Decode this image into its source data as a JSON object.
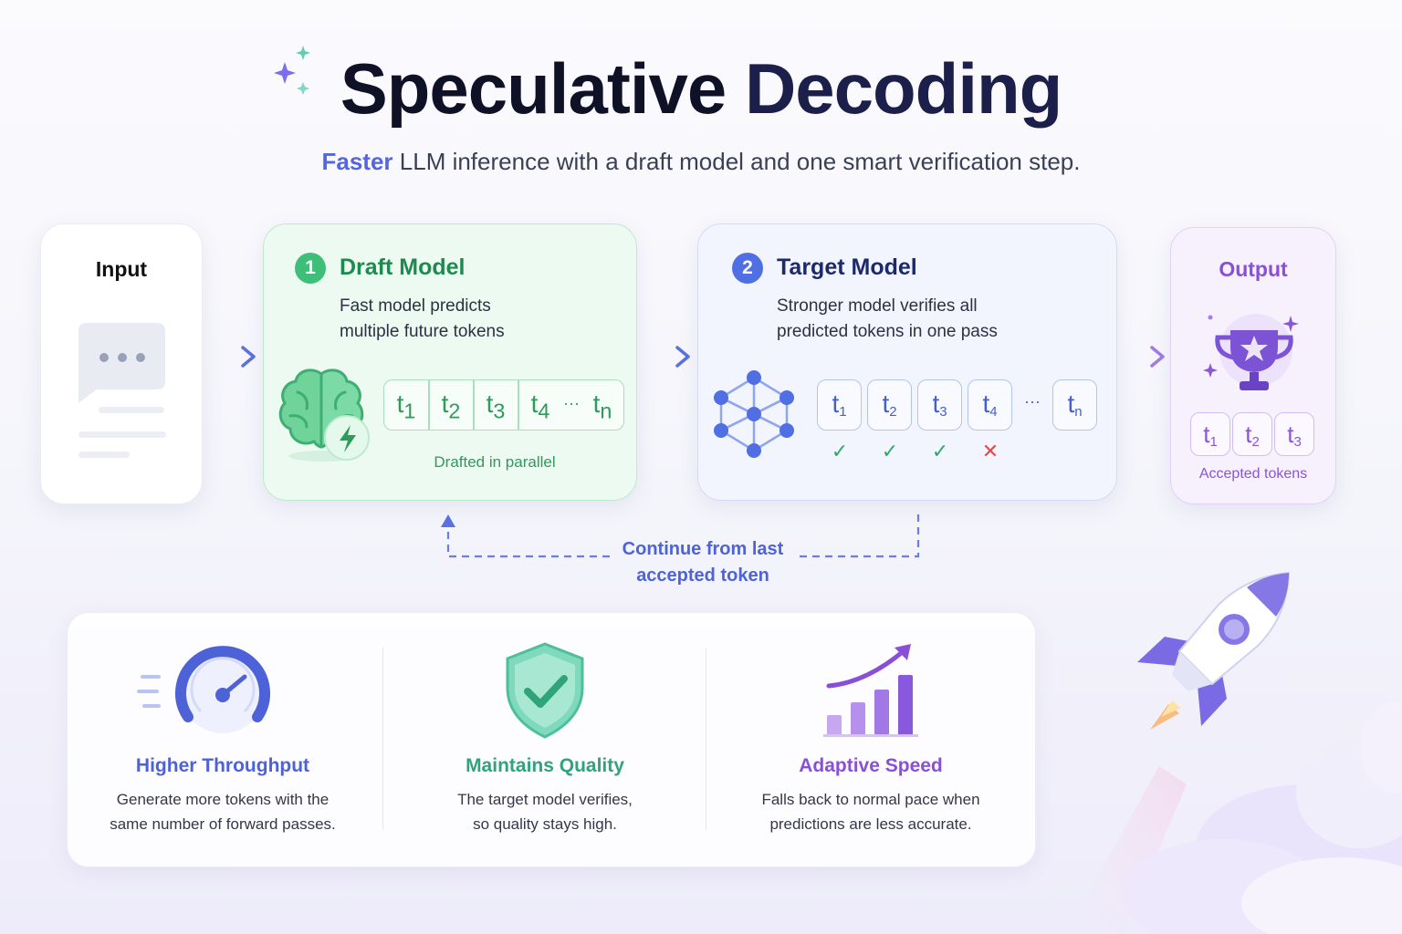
{
  "header": {
    "title_word1": "Speculative",
    "title_word2": "Decoding",
    "subtitle_accent": "Faster",
    "subtitle_rest": " LLM inference with a draft model and one smart verification step."
  },
  "input_card": {
    "title": "Input"
  },
  "draft_card": {
    "step": "1",
    "title": "Draft Model",
    "desc_line1": "Fast model predicts",
    "desc_line2": "multiple future tokens",
    "tokens": [
      {
        "t": "t",
        "sub": "1"
      },
      {
        "t": "t",
        "sub": "2"
      },
      {
        "t": "t",
        "sub": "3"
      },
      {
        "t": "t",
        "sub": "4"
      },
      {
        "t": "t",
        "sub": "n"
      }
    ],
    "ellipsis": "···",
    "caption": "Drafted in parallel"
  },
  "target_card": {
    "step": "2",
    "title": "Target Model",
    "desc_line1": "Stronger model verifies all",
    "desc_line2": "predicted tokens in one pass",
    "tokens": [
      {
        "t": "t",
        "sub": "1"
      },
      {
        "t": "t",
        "sub": "2"
      },
      {
        "t": "t",
        "sub": "3"
      },
      {
        "t": "t",
        "sub": "4"
      },
      {
        "t": "t",
        "sub": "n"
      }
    ],
    "ellipsis": "···",
    "marks": [
      "✓",
      "✓",
      "✓",
      "✕"
    ]
  },
  "output_card": {
    "title": "Output",
    "tokens": [
      {
        "t": "t",
        "sub": "1"
      },
      {
        "t": "t",
        "sub": "2"
      },
      {
        "t": "t",
        "sub": "3"
      }
    ],
    "caption": "Accepted tokens"
  },
  "feedback": {
    "line1": "Continue from last",
    "line2": "accepted token"
  },
  "benefits": [
    {
      "title": "Higher Throughput",
      "line1": "Generate more tokens with the",
      "line2": "same number of forward passes."
    },
    {
      "title": "Maintains Quality",
      "line1": "The target model verifies,",
      "line2": "so quality stays high."
    },
    {
      "title": "Adaptive Speed",
      "line1": "Falls back to normal pace when",
      "line2": "predictions are less accurate."
    }
  ],
  "colors": {
    "draft": "#2f9a5a",
    "target": "#4560c8",
    "output": "#8a55d6",
    "throughput": "#4e62d8",
    "quality": "#2fa37a",
    "adaptive": "#8a4fd8"
  }
}
